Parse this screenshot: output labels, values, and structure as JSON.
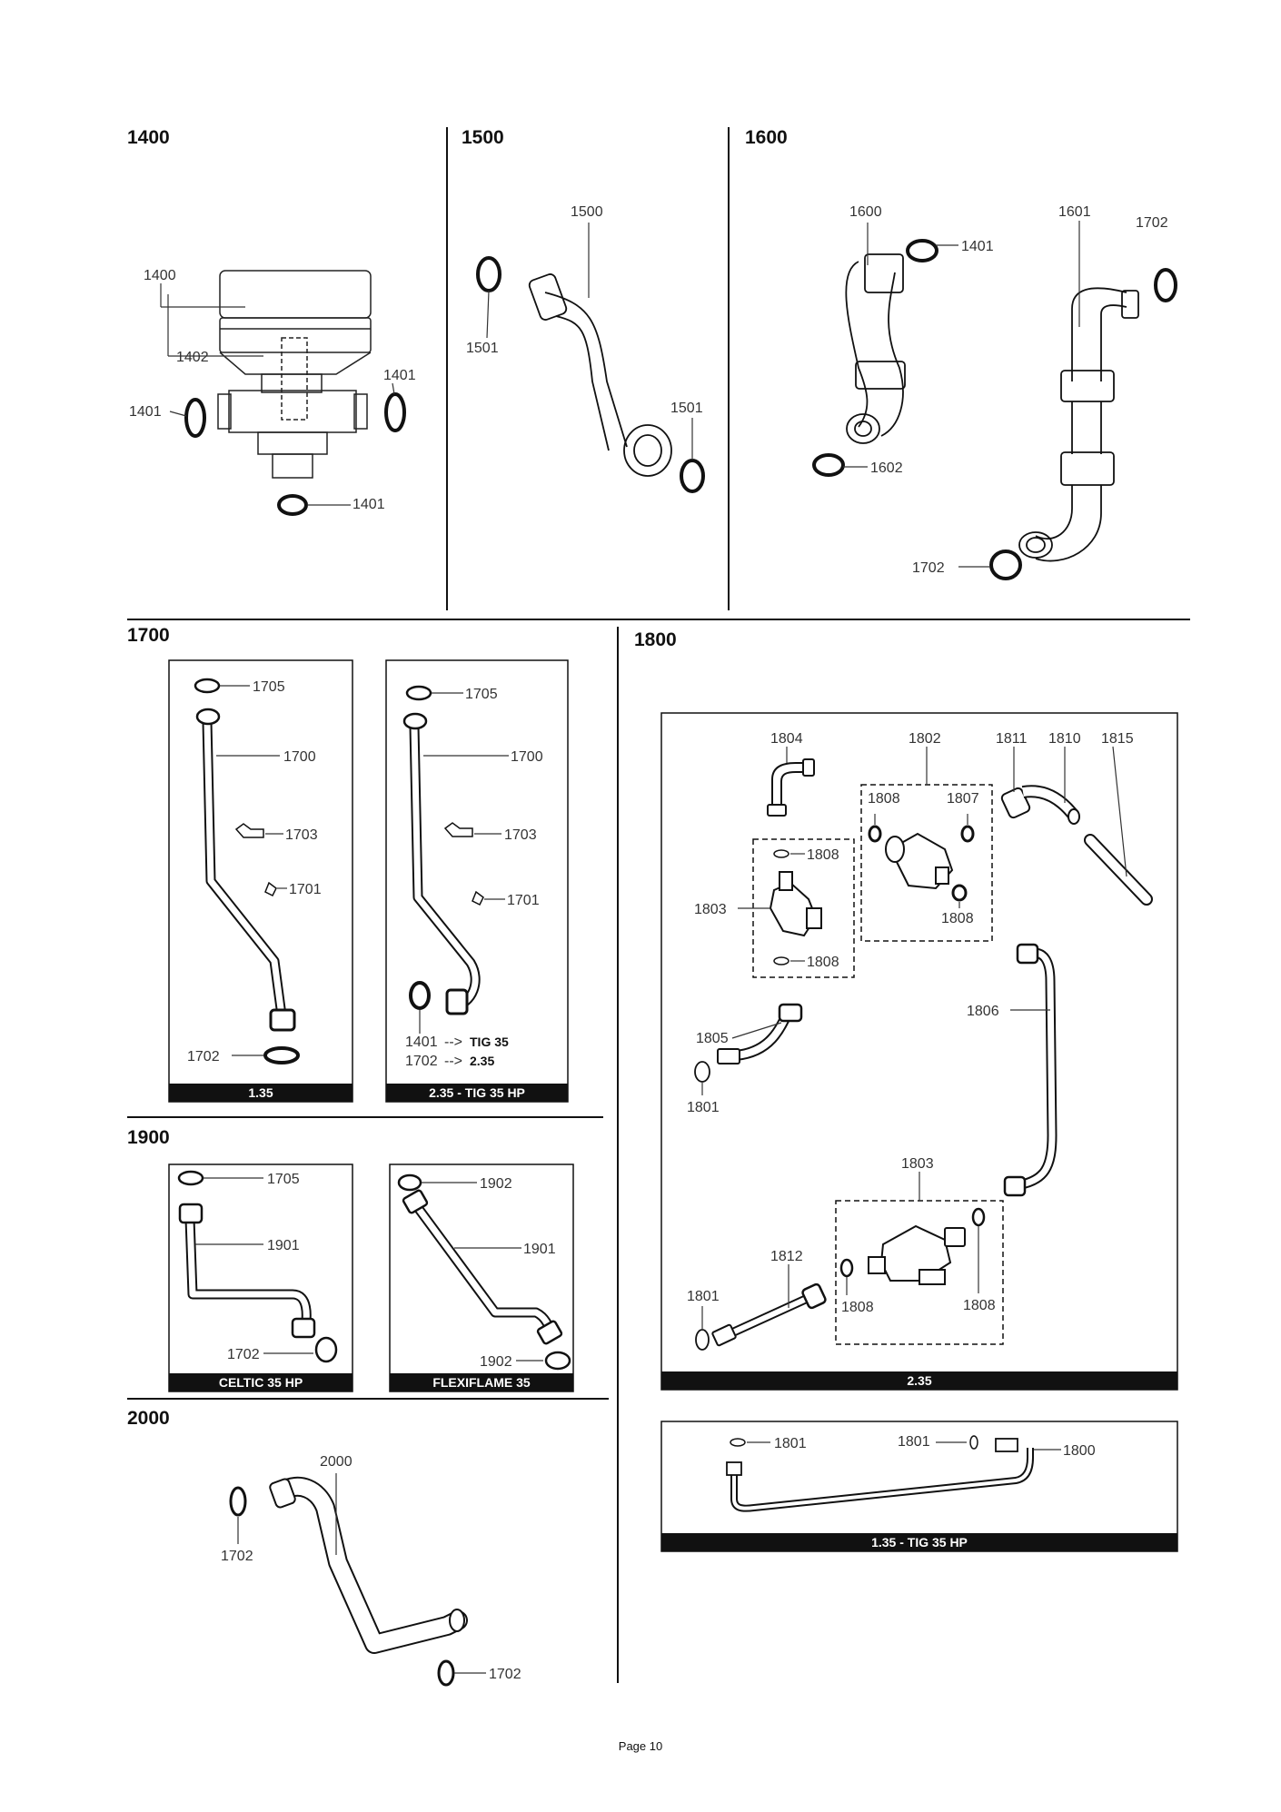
{
  "sections": {
    "s1400": {
      "title": "1400",
      "labels": [
        "1400",
        "1402",
        "1401",
        "1401",
        "1401"
      ]
    },
    "s1500": {
      "title": "1500",
      "labels": [
        "1500",
        "1501",
        "1501"
      ]
    },
    "s1600": {
      "title": "1600",
      "labels": [
        "1600",
        "1401",
        "1601",
        "1702",
        "1602",
        "1702"
      ]
    },
    "s1700": {
      "title": "1700",
      "panel_a": {
        "labels": [
          "1705",
          "1700",
          "1703",
          "1701",
          "1702"
        ],
        "bar": "1.35"
      },
      "panel_b": {
        "labels": [
          "1705",
          "1700",
          "1703",
          "1701",
          "1401",
          "1702"
        ],
        "note1_arrow": "-->",
        "note1_value": "TIG 35",
        "note2_arrow": "-->",
        "note2_value": "2.35",
        "bar": "2.35 - TIG 35 HP"
      }
    },
    "s1800": {
      "title": "1800",
      "panel_main": {
        "labels": [
          "1804",
          "1802",
          "1811",
          "1810",
          "1815",
          "1808",
          "1807",
          "1808",
          "1803",
          "1808",
          "1808",
          "1806",
          "1805",
          "1801",
          "1803",
          "1812",
          "1801",
          "1808",
          "1808"
        ],
        "bar": "2.35"
      },
      "panel_small": {
        "labels": [
          "1801",
          "1801",
          "1800"
        ],
        "bar": "1.35 - TIG 35 HP"
      }
    },
    "s1900": {
      "title": "1900",
      "panel_a": {
        "labels": [
          "1705",
          "1901",
          "1702"
        ],
        "bar": "CELTIC 35 HP"
      },
      "panel_b": {
        "labels": [
          "1902",
          "1901",
          "1902"
        ],
        "bar": "FLEXIFLAME 35"
      }
    },
    "s2000": {
      "title": "2000",
      "labels": [
        "2000",
        "1702",
        "1702"
      ]
    }
  },
  "footer": {
    "page": "Page 10"
  }
}
